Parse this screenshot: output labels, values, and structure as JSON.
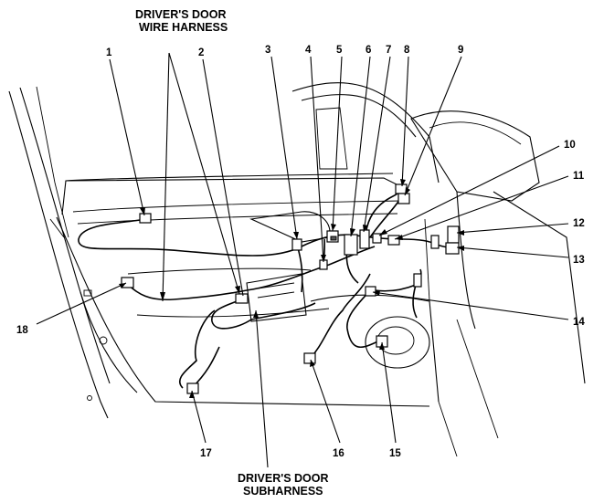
{
  "titles": {
    "wire_harness_line1": "DRIVER'S DOOR",
    "wire_harness_line2": "WIRE HARNESS",
    "subharness_line1": "DRIVER'S DOOR",
    "subharness_line2": "SUBHARNESS"
  },
  "callouts": {
    "c1": "1",
    "c2": "2",
    "c3": "3",
    "c4": "4",
    "c5": "5",
    "c6": "6",
    "c7": "7",
    "c8": "8",
    "c9": "9",
    "c10": "10",
    "c11": "11",
    "c12": "12",
    "c13": "13",
    "c14": "14",
    "c15": "15",
    "c16": "16",
    "c17": "17",
    "c18": "18"
  }
}
